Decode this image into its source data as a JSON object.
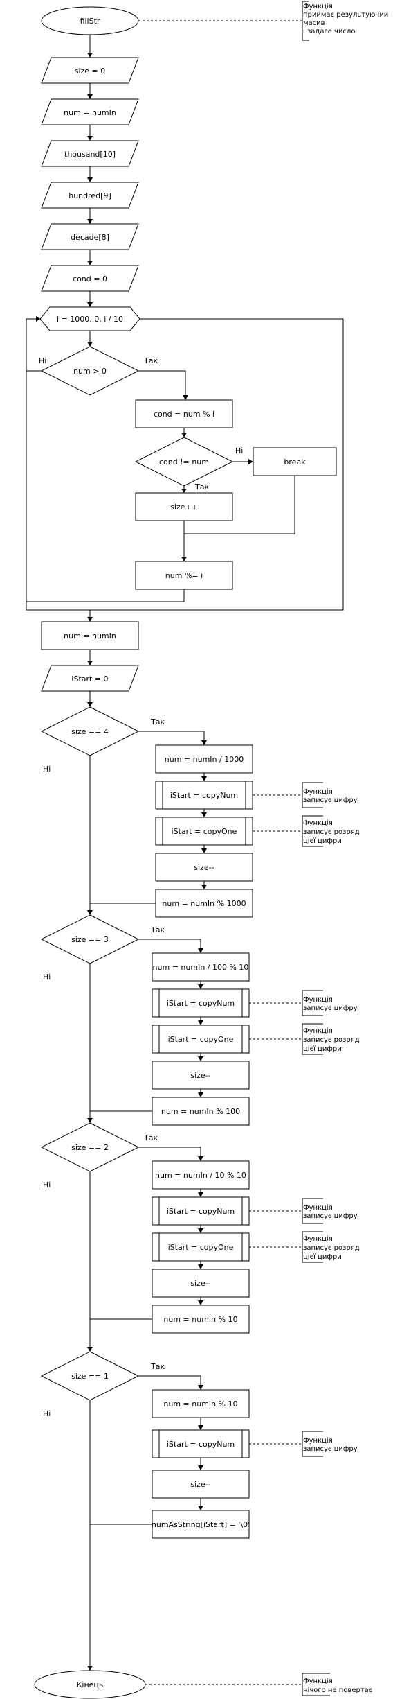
{
  "start": {
    "label": "fillStr",
    "comment": [
      "Функція",
      "приймає результуючий",
      "масив",
      "і задаге число"
    ]
  },
  "init": [
    "size = 0",
    "num = numIn",
    "thousand[10]",
    "hundred[9]",
    "decade[8]",
    "cond = 0"
  ],
  "loop": {
    "header": "i = 1000..0, i / 10",
    "check_num": "num > 0",
    "yes": "Так",
    "no": "Ні",
    "cond_assign": "cond = num % i",
    "check_cond": "cond != num",
    "brk": "break",
    "size_inc": "size++",
    "num_mod": "num %= i"
  },
  "after_loop": [
    "num = numIn",
    "iStart = 0"
  ],
  "copy_num_comment": [
    "Функція",
    "записує цифру"
  ],
  "copy_one_comment": [
    "Функція",
    "записує розряд",
    "цієї цифри"
  ],
  "blocks": [
    {
      "cond": "size == 4",
      "yes": "Так",
      "no": "Ні",
      "steps": [
        "num = numIn / 1000",
        "iStart = copyNum",
        "iStart = copyOne",
        "size--",
        "num = numIn % 1000"
      ]
    },
    {
      "cond": "size == 3",
      "yes": "Так",
      "no": "Ні",
      "steps": [
        "num = numIn / 100 % 10",
        "iStart = copyNum",
        "iStart = copyOne",
        "size--",
        "num = numIn % 100"
      ]
    },
    {
      "cond": "size == 2",
      "yes": "Так",
      "no": "Ні",
      "steps": [
        "num = numIn / 10 % 10",
        "iStart = copyNum",
        "iStart = copyOne",
        "size--",
        "num = numIn % 10"
      ]
    },
    {
      "cond": "size == 1",
      "yes": "Так",
      "no": "Ні",
      "steps": [
        "num = numIn % 10",
        "iStart = copyNum",
        "size--",
        "numAsString[iStart] = '\\0'"
      ]
    }
  ],
  "end": {
    "label": "Кінець",
    "comment": [
      "Функція",
      "нічого не повертає"
    ]
  }
}
